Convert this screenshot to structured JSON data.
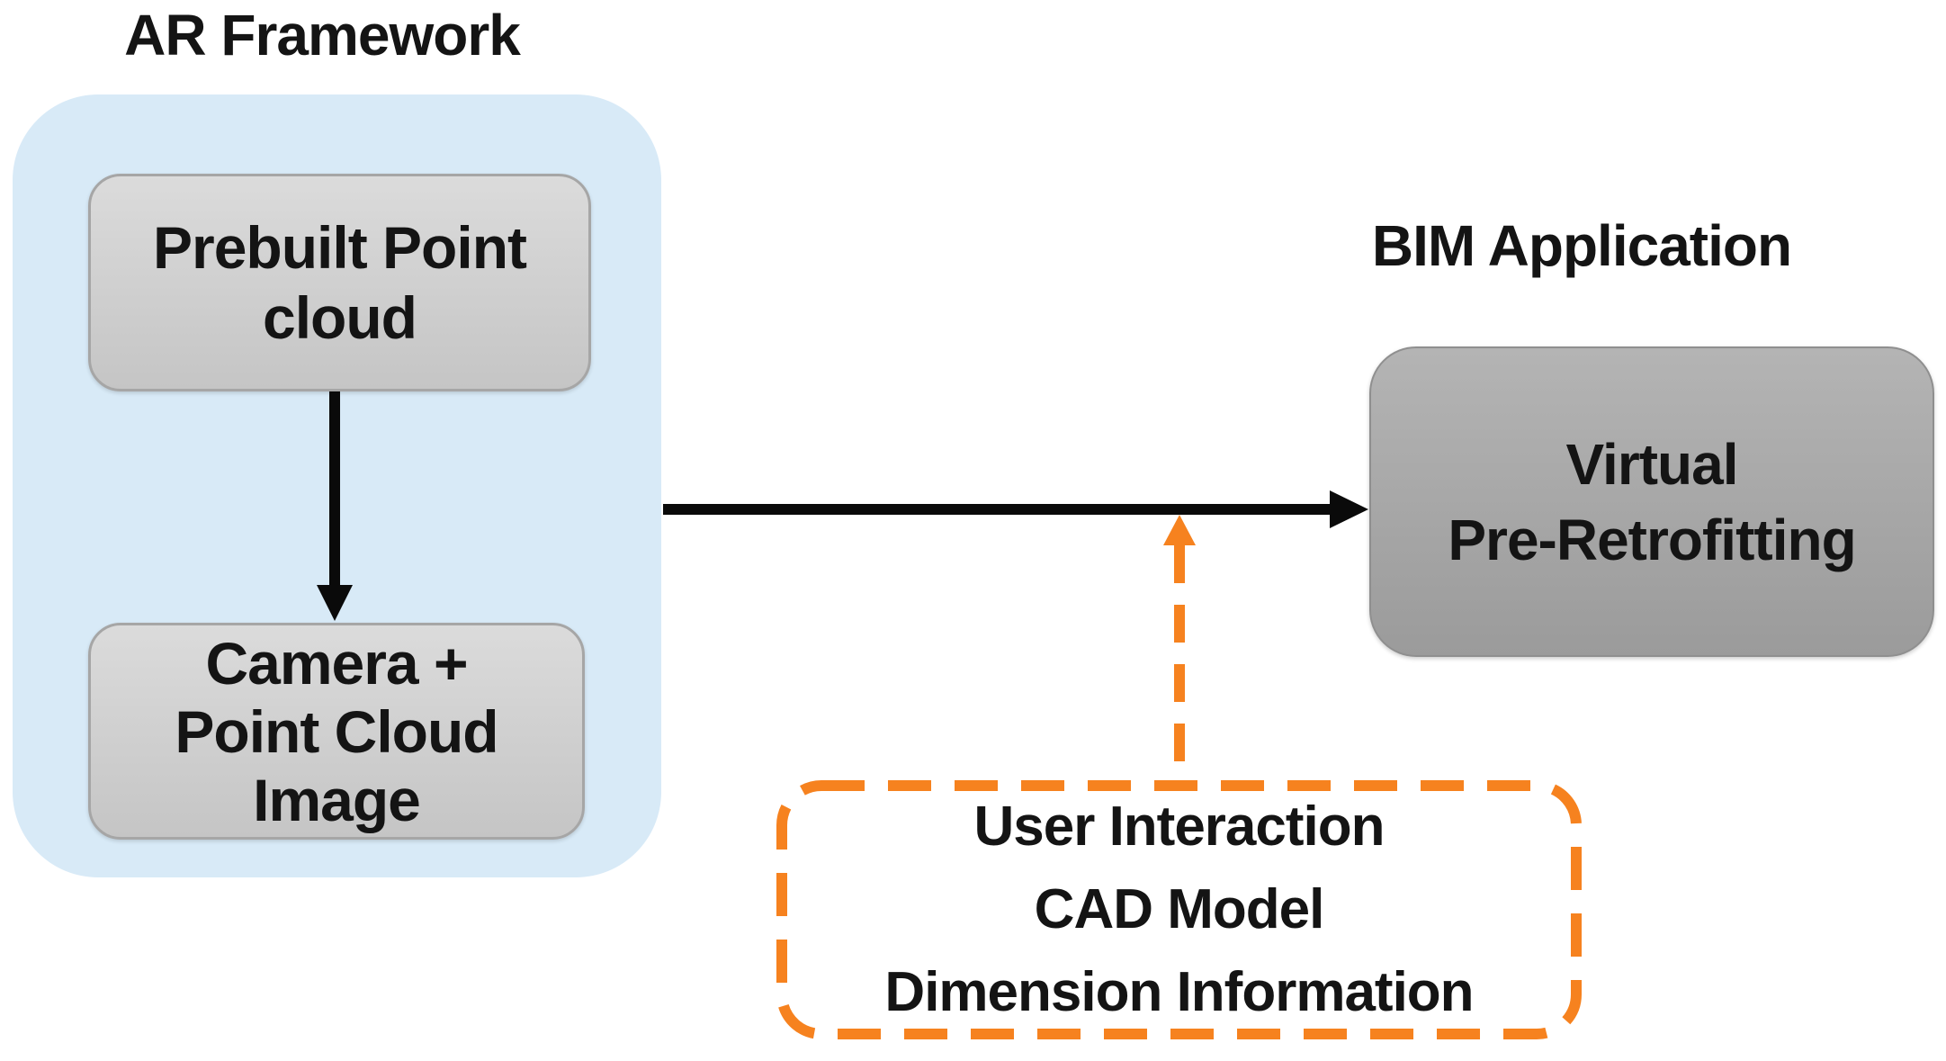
{
  "diagram": {
    "ar_framework": {
      "title": "AR Framework",
      "nodes": {
        "prebuilt_point_cloud": {
          "lines": [
            "Prebuilt Point",
            "cloud"
          ]
        },
        "camera_point_cloud_image": {
          "lines": [
            "Camera +",
            "Point Cloud",
            "Image"
          ]
        }
      }
    },
    "bim_application": {
      "title": "BIM Application",
      "nodes": {
        "virtual_pre_retrofitting": {
          "lines": [
            "Virtual",
            "Pre-Retrofitting"
          ]
        }
      }
    },
    "annotation": {
      "lines": [
        "User Interaction",
        "CAD Model",
        "Dimension Information"
      ]
    },
    "edges": [
      {
        "from": "prebuilt_point_cloud",
        "to": "camera_point_cloud_image",
        "style": "solid-black-arrow",
        "direction": "down"
      },
      {
        "from": "ar_framework",
        "to": "virtual_pre_retrofitting",
        "style": "solid-black-arrow",
        "direction": "right"
      },
      {
        "from": "annotation_box",
        "to": "ar_to_bim_arrow",
        "style": "dashed-orange-arrow",
        "direction": "up"
      }
    ],
    "colors": {
      "container_blue": "#D8EAF7",
      "node_gray_light": "#DBDBDB",
      "node_gray_dark": "#C5C5C5",
      "node_border": "#A6A6A6",
      "bim_gray_light": "#B4B4B4",
      "bim_gray_dark": "#9B9B9B",
      "bim_border": "#8F8F8F",
      "arrow_black": "#0A0A0A",
      "accent_orange": "#F6821F",
      "text_black": "#141414"
    }
  }
}
